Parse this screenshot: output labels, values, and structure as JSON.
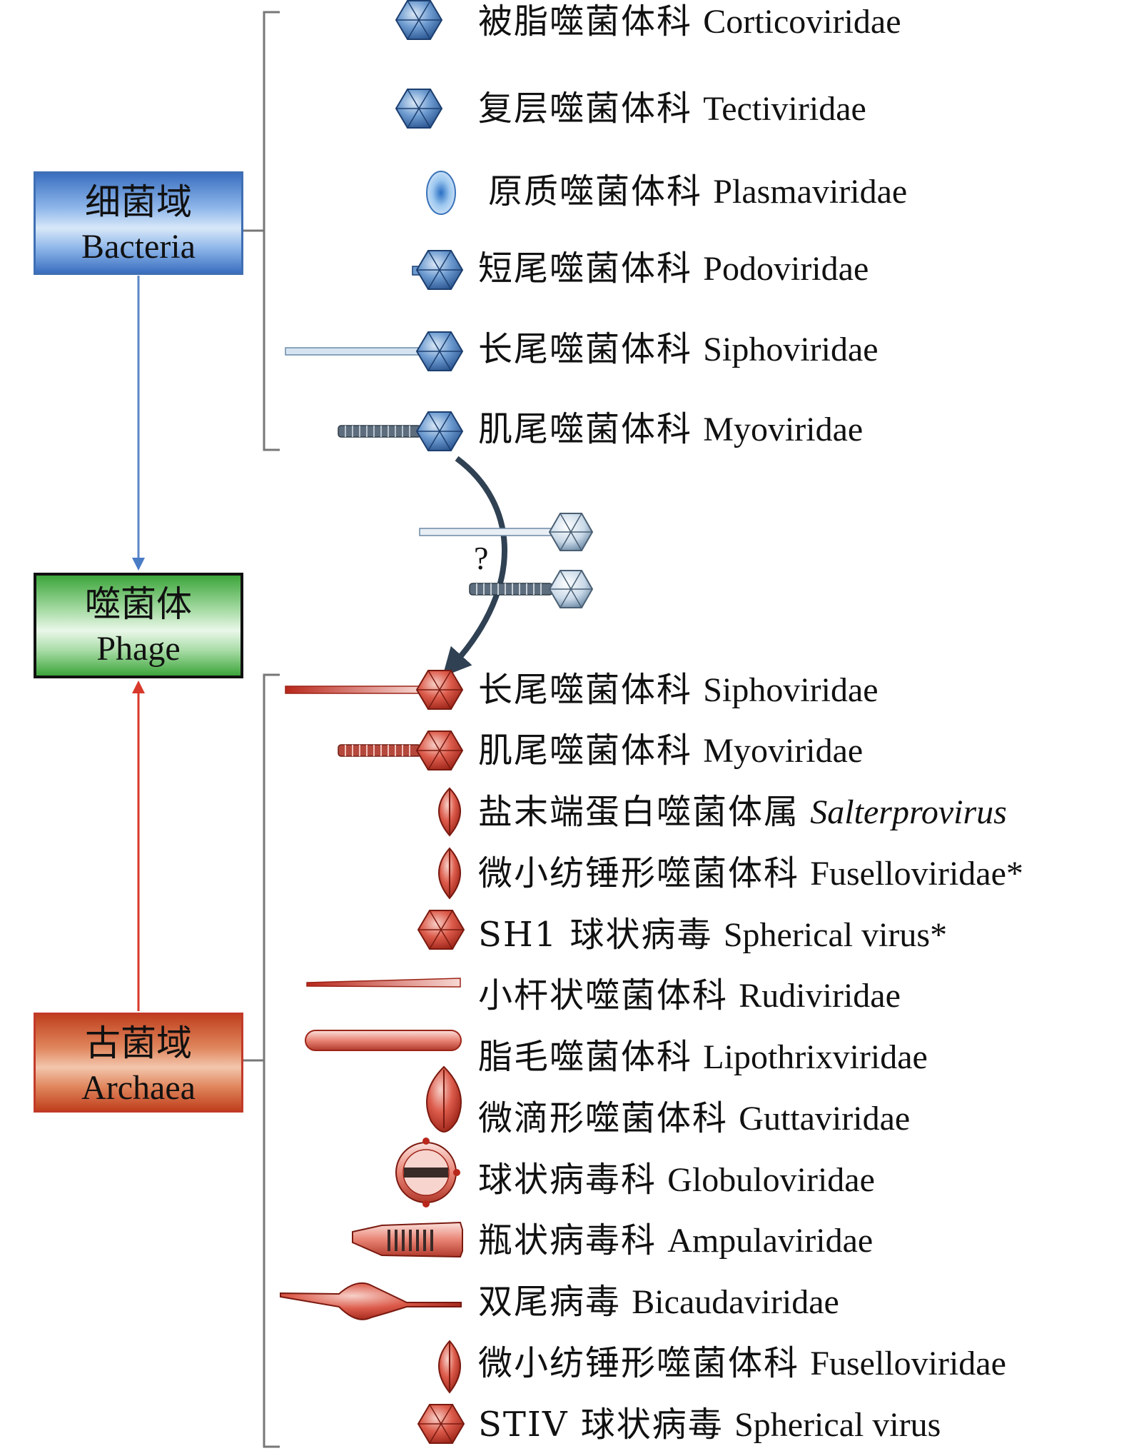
{
  "domains": {
    "bacteria": {
      "zh": "细菌域",
      "en": "Bacteria",
      "color": "#3a6fc0"
    },
    "phage": {
      "zh": "噬菌体",
      "en": "Phage",
      "color": "#3ca53a"
    },
    "archaea": {
      "zh": "古菌域",
      "en": "Archaea",
      "color": "#c0401e"
    }
  },
  "question_mark": "?",
  "bacterial_families": [
    {
      "zh": "被脂噬菌体科",
      "en": "Corticoviridae",
      "icon": "icosahedral-capsid-icon"
    },
    {
      "zh": "复层噬菌体科",
      "en": "Tectiviridae",
      "icon": "icosahedral-capsid-icon"
    },
    {
      "zh": "原质噬菌体科",
      "en": "Plasmaviridae",
      "icon": "oval-pleomorphic-icon"
    },
    {
      "zh": "短尾噬菌体科",
      "en": "Podoviridae",
      "icon": "short-tail-phage-icon"
    },
    {
      "zh": "长尾噬菌体科",
      "en": "Siphoviridae",
      "icon": "long-tail-phage-icon"
    },
    {
      "zh": "肌尾噬菌体科",
      "en": "Myoviridae",
      "icon": "contractile-tail-phage-icon"
    }
  ],
  "archaeal_families": [
    {
      "zh": "长尾噬菌体科",
      "en": "Siphoviridae",
      "italic": false,
      "icon": "long-tail-phage-icon"
    },
    {
      "zh": "肌尾噬菌体科",
      "en": "Myoviridae",
      "italic": false,
      "icon": "contractile-tail-phage-icon"
    },
    {
      "zh": "盐末端蛋白噬菌体属",
      "en": "Salterprovirus",
      "italic": true,
      "icon": "spindle-icon"
    },
    {
      "zh": "微小纺锤形噬菌体科",
      "en": "Fuselloviridae*",
      "italic": false,
      "icon": "spindle-icon"
    },
    {
      "zh": "SH1 球状病毒",
      "en": "Spherical virus*",
      "italic": false,
      "icon": "icosahedral-capsid-icon"
    },
    {
      "zh": "小杆状噬菌体科",
      "en": "Rudiviridae",
      "italic": false,
      "icon": "rod-icon"
    },
    {
      "zh": "脂毛噬菌体科",
      "en": "Lipothrixviridae",
      "italic": false,
      "icon": "filament-icon"
    },
    {
      "zh": "微滴形噬菌体科",
      "en": "Guttaviridae",
      "italic": false,
      "icon": "droplet-icon"
    },
    {
      "zh": "球状病毒科",
      "en": "Globuloviridae",
      "italic": false,
      "icon": "globule-icon"
    },
    {
      "zh": "瓶状病毒科",
      "en": "Ampulaviridae",
      "italic": false,
      "icon": "bottle-icon"
    },
    {
      "zh": "双尾病毒",
      "en": "Bicaudaviridae",
      "italic": false,
      "icon": "two-tailed-icon"
    },
    {
      "zh": "微小纺锤形噬菌体科",
      "en": "Fuselloviridae",
      "italic": false,
      "icon": "spindle-icon"
    },
    {
      "zh": "STIV 球状病毒",
      "en": "Spherical virus",
      "italic": false,
      "icon": "icosahedral-capsid-icon"
    }
  ]
}
